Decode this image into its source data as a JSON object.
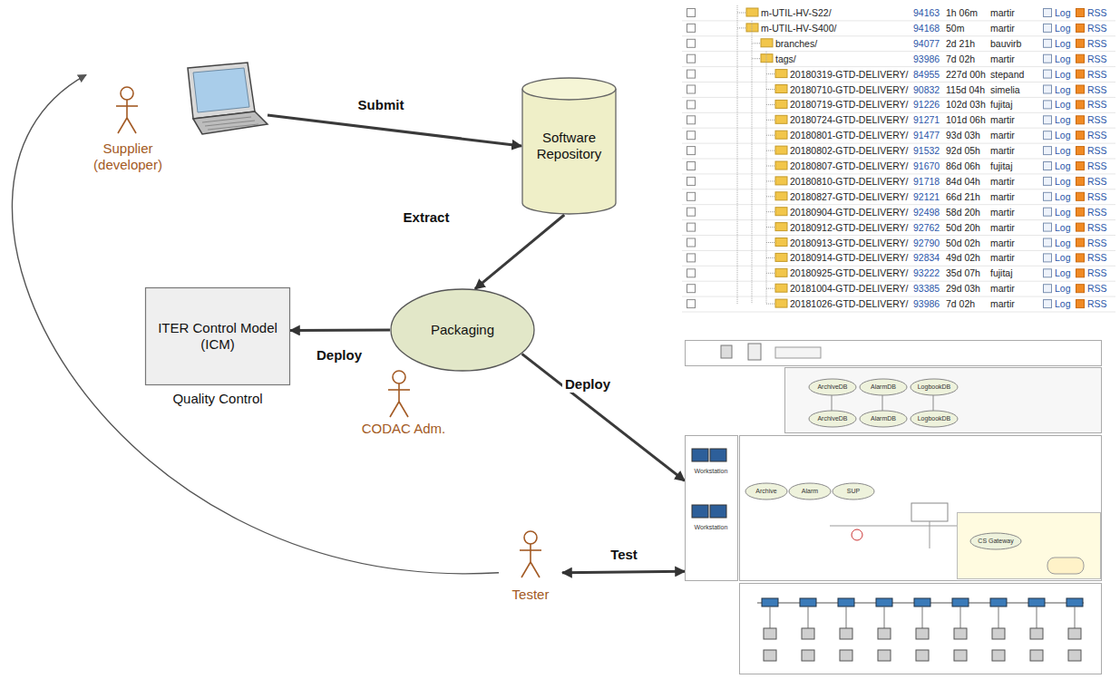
{
  "diagram": {
    "nodes": [
      {
        "text": [
          "Supplier (developer)"
        ]
      },
      {
        "text": [
          "Software Repository"
        ]
      },
      {
        "text": [
          "ITER Control Model (ICM)",
          "Quality Control"
        ]
      },
      {
        "text": [
          "Packaging"
        ]
      },
      {
        "text": [
          "CODAC Adm."
        ]
      },
      {
        "text": [
          "ArchiveDB",
          "AlarmDB",
          "LogbookDB",
          "ArchiveDB",
          "AlarmDB",
          "LogbookDB",
          "Archive",
          "Alarm",
          "SUP",
          "CS Gateway",
          "Workstation",
          "Workstation"
        ]
      },
      {
        "text": [
          "Tester"
        ]
      }
    ],
    "edges": [
      {
        "from": 0,
        "to": 1,
        "label": "Submit",
        "arrow": "to"
      },
      {
        "from": 1,
        "to": 3,
        "label": "Extract",
        "arrow": "to"
      },
      {
        "from": 3,
        "to": 2,
        "label": "Deploy",
        "arrow": "to"
      },
      {
        "from": 3,
        "to": 5,
        "label": "Deploy",
        "arrow": "to"
      },
      {
        "from": 6,
        "to": 5,
        "label": "Test",
        "arrow": "both"
      },
      {
        "from": 6,
        "to": 0,
        "arrow": "to"
      }
    ],
    "labels": [
      "m-UTIL-HV-S22/",
      "94163",
      "1h 06m",
      "martir",
      "Log",
      "RSS",
      "m-UTIL-HV-S400/",
      "94168",
      "50m",
      "martir",
      "Log",
      "RSS",
      "branches/",
      "94077",
      "2d 21h",
      "bauvirb",
      "Log",
      "RSS",
      "tags/",
      "93986",
      "7d 02h",
      "martir",
      "Log",
      "RSS",
      "20180319-GTD-DELIVERY/",
      "84955",
      "227d 00h",
      "stepand",
      "Log",
      "RSS",
      "20180710-GTD-DELIVERY/",
      "90832",
      "115d 04h",
      "simelia",
      "Log",
      "RSS",
      "20180719-GTD-DELIVERY/",
      "91226",
      "102d 03h",
      "fujitaj",
      "Log",
      "RSS",
      "20180724-GTD-DELIVERY/",
      "91271",
      "101d 06h",
      "martir",
      "Log",
      "RSS",
      "20180801-GTD-DELIVERY/",
      "91477",
      "93d 03h",
      "martir",
      "Log",
      "RSS",
      "20180802-GTD-DELIVERY/",
      "91532",
      "92d 05h",
      "martir",
      "Log",
      "RSS",
      "20180807-GTD-DELIVERY/",
      "91670",
      "86d 06h",
      "fujitaj",
      "Log",
      "RSS",
      "20180810-GTD-DELIVERY/",
      "91718",
      "84d 04h",
      "martir",
      "Log",
      "RSS",
      "20180827-GTD-DELIVERY/",
      "92121",
      "66d 21h",
      "martir",
      "Log",
      "RSS",
      "20180904-GTD-DELIVERY/",
      "92498",
      "58d 20h",
      "martir",
      "Log",
      "RSS",
      "20180912-GTD-DELIVERY/",
      "92762",
      "50d 20h",
      "martir",
      "Log",
      "RSS",
      "20180913-GTD-DELIVERY/",
      "92790",
      "50d 02h",
      "martir",
      "Log",
      "RSS",
      "20180914-GTD-DELIVERY/",
      "92834",
      "49d 02h",
      "martir",
      "Log",
      "RSS",
      "20180925-GTD-DELIVERY/",
      "93222",
      "35d 07h",
      "fujitaj",
      "Log",
      "RSS",
      "20181004-GTD-DELIVERY/",
      "93385",
      "29d 03h",
      "martir",
      "Log",
      "RSS",
      "20181026-GTD-DELIVERY/",
      "93986",
      "7d 02h",
      "martir",
      "Log",
      "RSS"
    ]
  }
}
